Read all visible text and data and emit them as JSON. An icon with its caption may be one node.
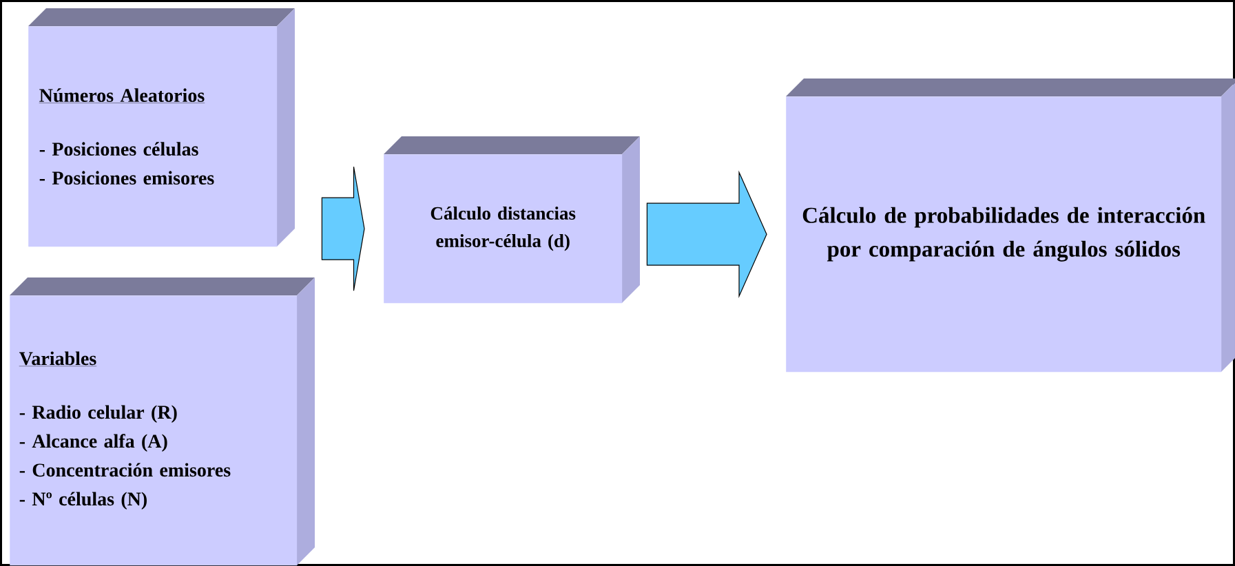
{
  "diagram": {
    "nodes": [
      {
        "text": [
          "Números Aleatorios",
          "- Posiciones células",
          "- Posiciones emisores"
        ]
      },
      {
        "text": [
          "Variables",
          "- Radio celular (R)",
          "- Alcance alfa (A)",
          "- Concentración emisores",
          "- Nº células (N)"
        ]
      },
      {
        "text": [
          "Cálculo distancias emisor-célula (d)"
        ]
      },
      {
        "text": [
          "Cálculo de probabilidades de interacción por comparación de ángulos sólidos"
        ]
      }
    ],
    "edges": [
      {
        "from": 0,
        "to": 2,
        "arrow": "to"
      },
      {
        "from": 1,
        "to": 2,
        "arrow": "to"
      },
      {
        "from": 2,
        "to": 3,
        "arrow": "to"
      }
    ]
  }
}
